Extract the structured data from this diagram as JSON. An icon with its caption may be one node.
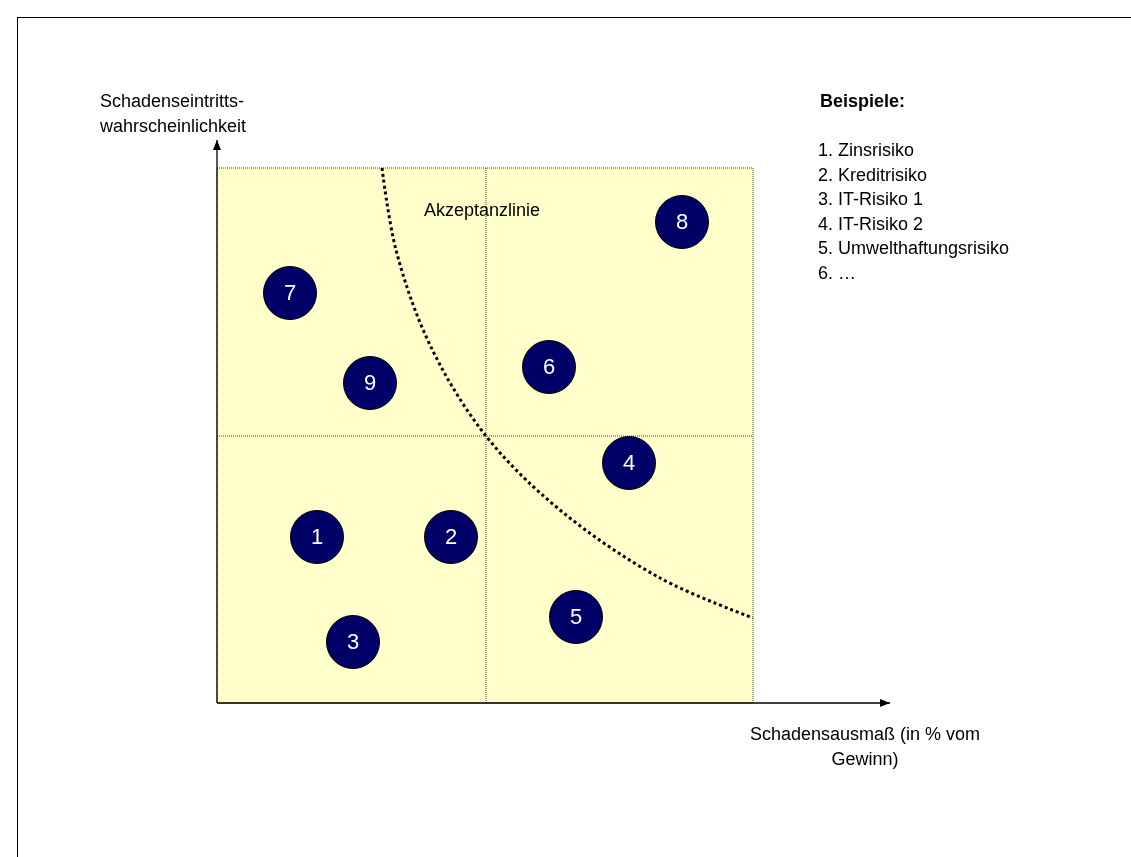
{
  "diagram": {
    "nodes": [
      {
        "text": [
          "8"
        ]
      },
      {
        "text": [
          "7"
        ]
      },
      {
        "text": [
          "6"
        ]
      },
      {
        "text": [
          "9"
        ]
      },
      {
        "text": [
          "4"
        ]
      },
      {
        "text": [
          "1"
        ]
      },
      {
        "text": [
          "2"
        ]
      },
      {
        "text": [
          "5"
        ]
      },
      {
        "text": [
          "3"
        ]
      }
    ],
    "labels": [
      "Schadenseintritts- wahrscheinlichkeit",
      "Beispiele:",
      "1. Zinsrisiko",
      "2. Kreditrisiko",
      "3. IT-Risiko 1",
      "4. IT-Risiko 2",
      "5. Umwelthaftungsrisiko",
      "6. …",
      "Akzeptanzlinie",
      "Schadensausmaß (in % vom Gewinn)"
    ]
  }
}
